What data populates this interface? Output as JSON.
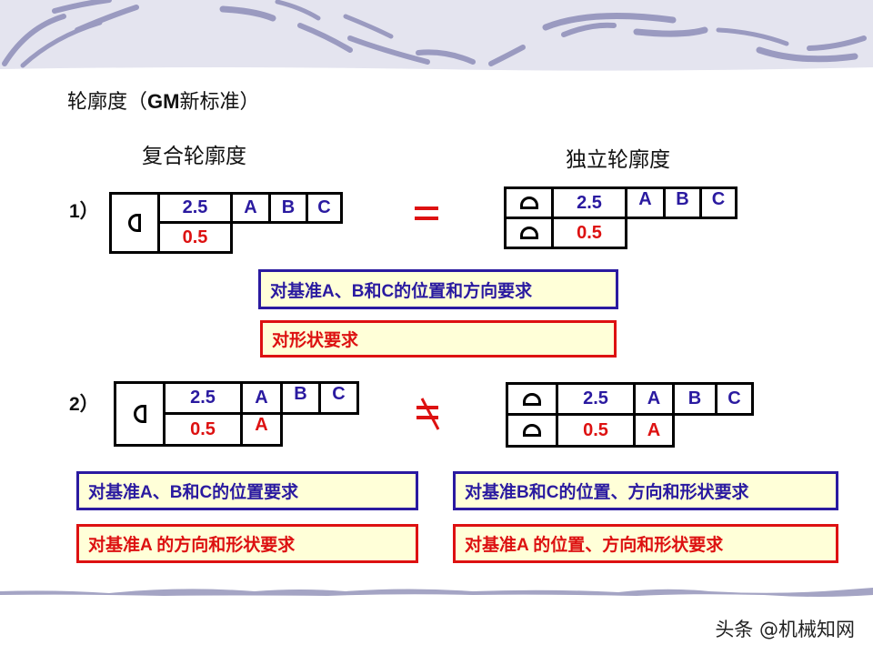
{
  "title": {
    "prefix": "轮廓度（",
    "bold": "GM",
    "suffix": "新标准）"
  },
  "headers": {
    "left": "复合轮廓度",
    "right": "独立轮廓度"
  },
  "examples": [
    {
      "number": "1）",
      "relation": "=",
      "composite": {
        "symbol": "profile-of-surface",
        "upper_tol": "2.5",
        "lower_tol": "0.5",
        "upper_datums": [
          "A",
          "B",
          "C"
        ],
        "lower_datums": []
      },
      "independent": {
        "upper_tol": "2.5",
        "lower_tol": "0.5",
        "upper_datums": [
          "A",
          "B",
          "C"
        ],
        "lower_datums": []
      },
      "notes": [
        {
          "text": "对基准A、B和C的位置和方向要求",
          "color": "blue"
        },
        {
          "text": "对形状要求",
          "color": "red"
        }
      ]
    },
    {
      "number": "2）",
      "relation": "≠",
      "composite": {
        "symbol": "profile-of-surface",
        "upper_tol": "2.5",
        "lower_tol": "0.5",
        "upper_datums": [
          "A",
          "B",
          "C"
        ],
        "lower_datums": [
          "A"
        ]
      },
      "independent": {
        "upper_tol": "2.5",
        "lower_tol": "0.5",
        "upper_datums": [
          "A",
          "B",
          "C"
        ],
        "lower_datums": [
          "A"
        ]
      },
      "notes_left": [
        {
          "text": "对基准A、B和C的位置要求",
          "color": "blue"
        },
        {
          "text": "对基准A 的方向和形状要求",
          "color": "red"
        }
      ],
      "notes_right": [
        {
          "text": "对基准B和C的位置、方向和形状要求",
          "color": "blue"
        },
        {
          "text": "对基准A 的位置、方向和形状要求",
          "color": "red"
        }
      ]
    }
  ],
  "colors": {
    "blue": "#2a1aa0",
    "red": "#dd1111",
    "note_bg": "#ffffd8",
    "banner": "#e4e4ef",
    "stroke": "#8c8cb0"
  },
  "watermark": "头条 @机械知网"
}
